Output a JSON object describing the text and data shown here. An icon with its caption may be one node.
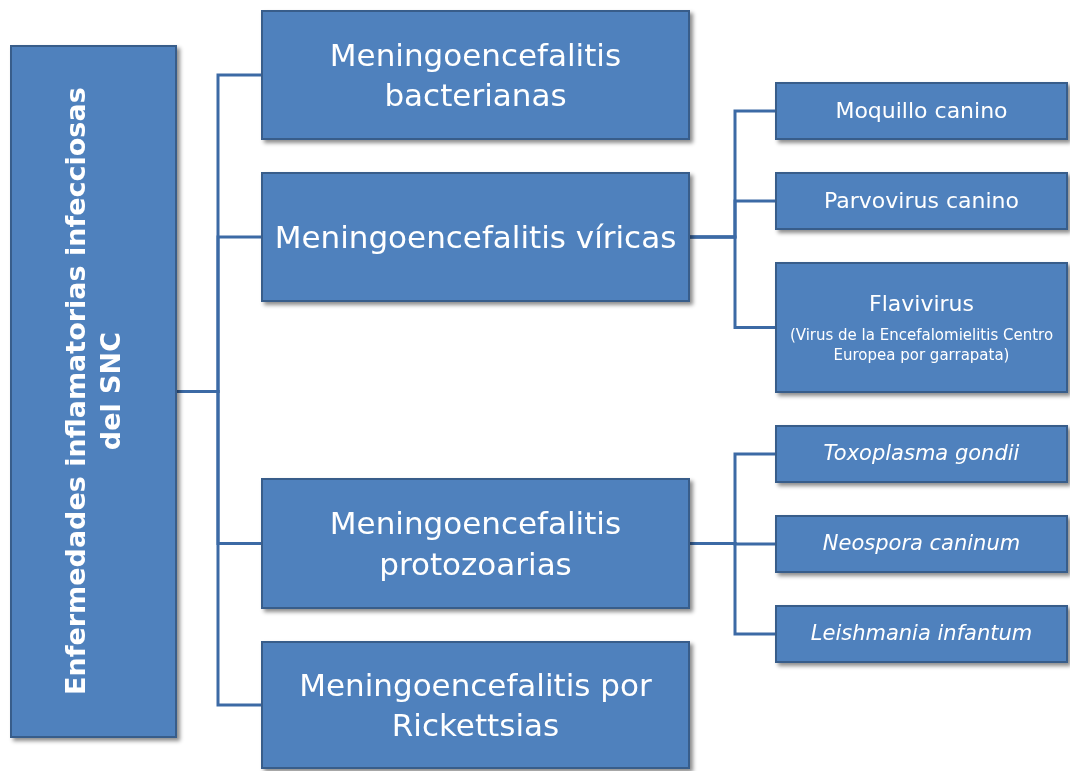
{
  "diagram": {
    "nodes": [
      {
        "text": [
          "Enfermedades inflamatorias infecciosas del SNC"
        ]
      },
      {
        "text": [
          "Meningoencefalitis bacterianas"
        ]
      },
      {
        "text": [
          "Meningoencefalitis víricas"
        ]
      },
      {
        "text": [
          "Meningoencefalitis protozoarias"
        ]
      },
      {
        "text": [
          "Meningoencefalitis por Rickettsias"
        ]
      },
      {
        "text": [
          "Moquillo canino"
        ]
      },
      {
        "text": [
          "Parvovirus canino"
        ]
      },
      {
        "text": [
          "Flavivirus",
          "(Virus de la Encefalomielitis Centro Europea por garrapata)"
        ]
      },
      {
        "text": [
          "Toxoplasma gondii"
        ]
      },
      {
        "text": [
          "Neospora caninum"
        ]
      },
      {
        "text": [
          "Leishmania infantum"
        ]
      }
    ],
    "edges": [
      {
        "from": 0,
        "to": 1,
        "arrow": "none"
      },
      {
        "from": 0,
        "to": 2,
        "arrow": "none"
      },
      {
        "from": 0,
        "to": 3,
        "arrow": "none"
      },
      {
        "from": 0,
        "to": 4,
        "arrow": "none"
      },
      {
        "from": 2,
        "to": 5,
        "arrow": "none"
      },
      {
        "from": 2,
        "to": 6,
        "arrow": "none"
      },
      {
        "from": 2,
        "to": 7,
        "arrow": "none"
      },
      {
        "from": 3,
        "to": 8,
        "arrow": "none"
      },
      {
        "from": 3,
        "to": 9,
        "arrow": "none"
      },
      {
        "from": 3,
        "to": 10,
        "arrow": "none"
      }
    ]
  }
}
